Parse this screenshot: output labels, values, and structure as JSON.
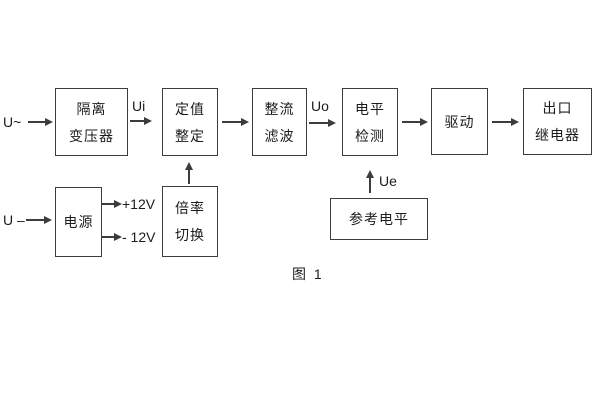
{
  "figure": {
    "caption": "图 1"
  },
  "labels": {
    "input_ac": "U~",
    "input_dc": "U –",
    "ui": "Ui",
    "uo": "Uo",
    "ue": "Ue",
    "plus12v": "+12V",
    "minus12v": "- 12V"
  },
  "blocks": {
    "isolation_transformer": {
      "line1": "隔离",
      "line2": "变压器"
    },
    "setting_adjust": {
      "line1": "定值",
      "line2": "整定"
    },
    "rectifier_filter": {
      "line1": "整流",
      "line2": "滤波"
    },
    "level_detect": {
      "line1": "电平",
      "line2": "检测"
    },
    "driver": {
      "line1": "驱动"
    },
    "output_relay": {
      "line1": "出口",
      "line2": "继电器"
    },
    "power_supply": {
      "line1": "电源"
    },
    "ratio_switch": {
      "line1": "倍率",
      "line2": "切换"
    },
    "reference_level": {
      "line1": "参考电平"
    }
  },
  "colors": {
    "background": "#ffffff",
    "line": "#3c3c3c",
    "text": "#1c1c1c"
  }
}
